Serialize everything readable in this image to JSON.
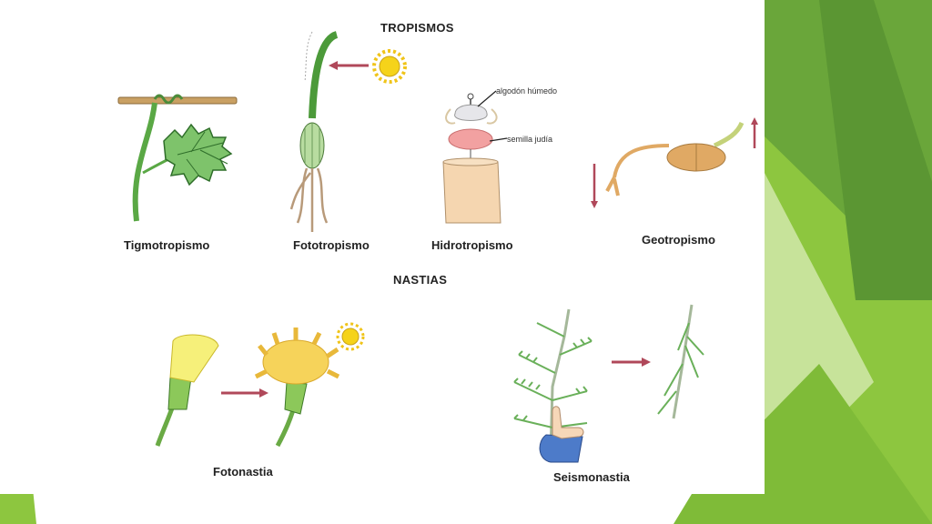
{
  "slide": {
    "headings": {
      "tropisms": "TROPISMOS",
      "nastias": "NASTIAS"
    },
    "tropisms": [
      {
        "label": "Tigmotropismo"
      },
      {
        "label": "Fototropismo"
      },
      {
        "label": "Hidrotropismo",
        "annotations": [
          "algodón húmedo",
          "semilla judía"
        ]
      },
      {
        "label": "Geotropismo"
      }
    ],
    "nastias": [
      {
        "label": "Fotonastia"
      },
      {
        "label": "Seismonastia"
      }
    ]
  },
  "colors": {
    "green_dark": "#5f9a3a",
    "green_light": "#8dc63f",
    "arrow_red": "#b0485a",
    "sun": "#f5d31a"
  }
}
